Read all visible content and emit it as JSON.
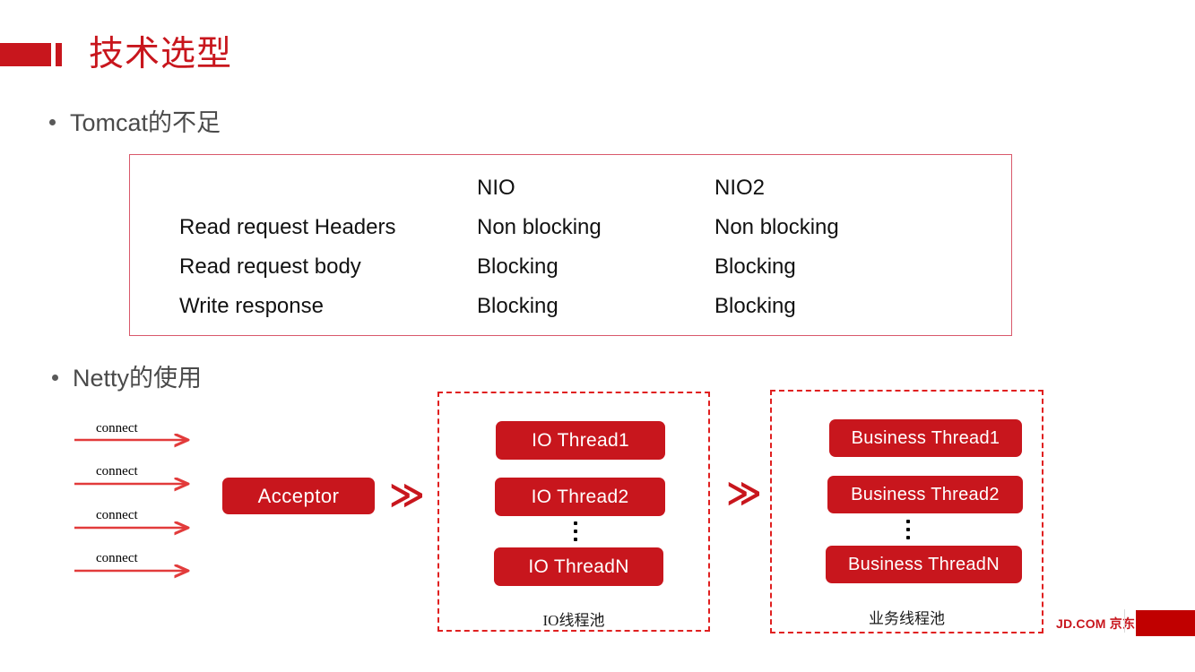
{
  "slide": {
    "title": "技术选型",
    "accent_color": "#C8161D",
    "background": "#ffffff"
  },
  "bullets": [
    {
      "id": "tomcat",
      "text": "Tomcat的不足"
    },
    {
      "id": "netty",
      "text": "Netty的使用"
    }
  ],
  "comparison_table": {
    "border_color": "#D9596B",
    "columns": [
      "",
      "NIO",
      "NIO2"
    ],
    "rows": [
      {
        "label": "Read request Headers",
        "nio": "Non blocking",
        "nio2": "Non blocking"
      },
      {
        "label": "Read request body",
        "nio": "Blocking",
        "nio2": "Blocking"
      },
      {
        "label": "Write response",
        "nio": "Blocking",
        "nio2": "Blocking"
      }
    ]
  },
  "diagram": {
    "connections": [
      {
        "label": "connect"
      },
      {
        "label": "connect"
      },
      {
        "label": "connect"
      },
      {
        "label": "connect"
      }
    ],
    "acceptor": {
      "label": "Acceptor"
    },
    "chevrons": [
      {
        "glyph": "≫"
      },
      {
        "glyph": "≫"
      }
    ],
    "io_pool": {
      "caption": "IO线程池",
      "threads": [
        "IO Thread1",
        "IO Thread2",
        "IO ThreadN"
      ],
      "ellipsis": "⋮"
    },
    "business_pool": {
      "caption": "业务线程池",
      "threads": [
        "Business Thread1",
        "Business Thread2",
        "Business ThreadN"
      ],
      "ellipsis": "⋮"
    }
  },
  "footer": {
    "brand": "JD.COM 京东",
    "block_color": "#C00000"
  }
}
